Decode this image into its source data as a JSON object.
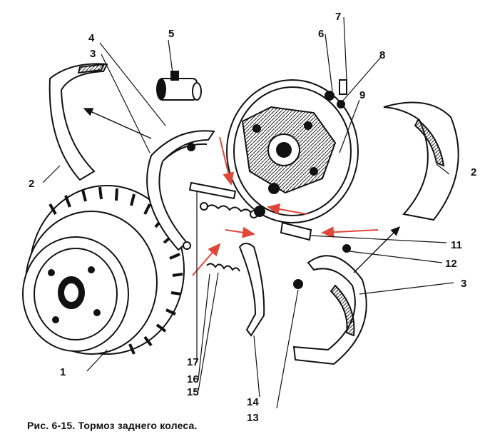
{
  "caption": "Рис. 6-15. Тормоз заднего колеса.",
  "callouts": {
    "n1": "1",
    "n2a": "2",
    "n2b": "2",
    "n3a": "3",
    "n3b": "3",
    "n4": "4",
    "n5": "5",
    "n6": "6",
    "n7": "7",
    "n8": "8",
    "n9": "9",
    "n11": "11",
    "n12": "12",
    "n13": "13",
    "n14": "14",
    "n15": "15",
    "n16": "16",
    "n17": "17"
  },
  "colors": {
    "ink": "#111111",
    "arrow": "#e0473a",
    "paper": "#ffffff"
  }
}
